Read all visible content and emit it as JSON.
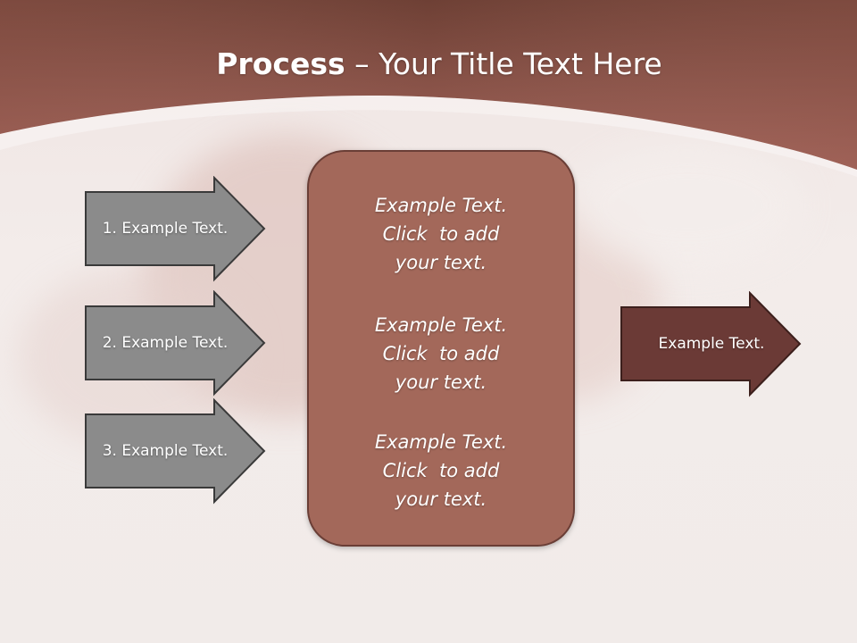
{
  "title": {
    "bold": "Process",
    "rest": " – Your Title Text Here"
  },
  "colors": {
    "banner": "#a2645a",
    "banner_dark": "#7a4a40",
    "input_arrow": "#8b8b8b",
    "center_box": "#a3685a",
    "output_arrow": "#6b3a36"
  },
  "inputs": [
    {
      "label": "1. Example Text."
    },
    {
      "label": "2. Example Text."
    },
    {
      "label": "3. Example Text."
    }
  ],
  "center_blocks": [
    {
      "line1": "Example Text.",
      "line2": "Click  to add",
      "line3": "your text."
    },
    {
      "line1": "Example Text.",
      "line2": "Click  to add",
      "line3": "your text."
    },
    {
      "line1": "Example Text.",
      "line2": "Click  to add",
      "line3": "your text."
    }
  ],
  "output": {
    "label": "Example Text."
  }
}
